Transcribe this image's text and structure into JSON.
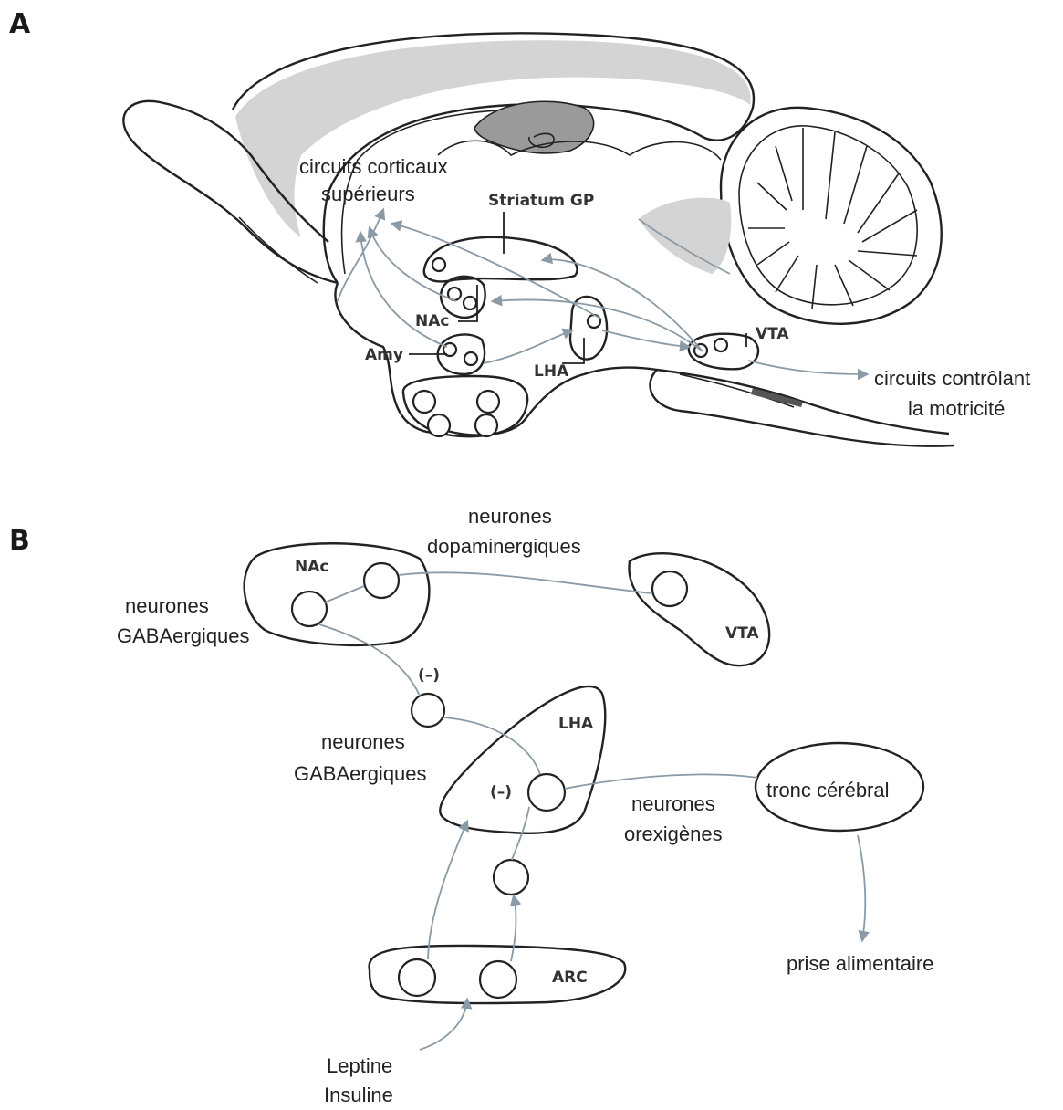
{
  "panel_a": {
    "letter": "A",
    "labels": {
      "circuits_corticaux_1": "circuits corticaux",
      "circuits_corticaux_2": "supérieurs",
      "striatum": "Striatum GP",
      "nac": "NAc",
      "amy": "Amy",
      "lha": "LHA",
      "vta": "VTA",
      "motricite_1": "circuits contrôlant",
      "motricite_2": "la motricité"
    }
  },
  "panel_b": {
    "letter": "B",
    "labels": {
      "dopa_1": "neurones",
      "dopa_2": "dopaminergiques",
      "nac": "NAc",
      "vta": "VTA",
      "gaba1_1": "neurones",
      "gaba1_2": "GABAergiques",
      "inhib1": "(–)",
      "lha": "LHA",
      "gaba2_1": "neurones",
      "gaba2_2": "GABAergiques",
      "inhib2": "(–)",
      "orex_1": "neurones",
      "orex_2": "orexigènes",
      "tronc": "tronc cérébral",
      "arc": "ARC",
      "prise": "prise alimentaire",
      "leptine": "Leptine",
      "insuline": "Insuline"
    }
  }
}
